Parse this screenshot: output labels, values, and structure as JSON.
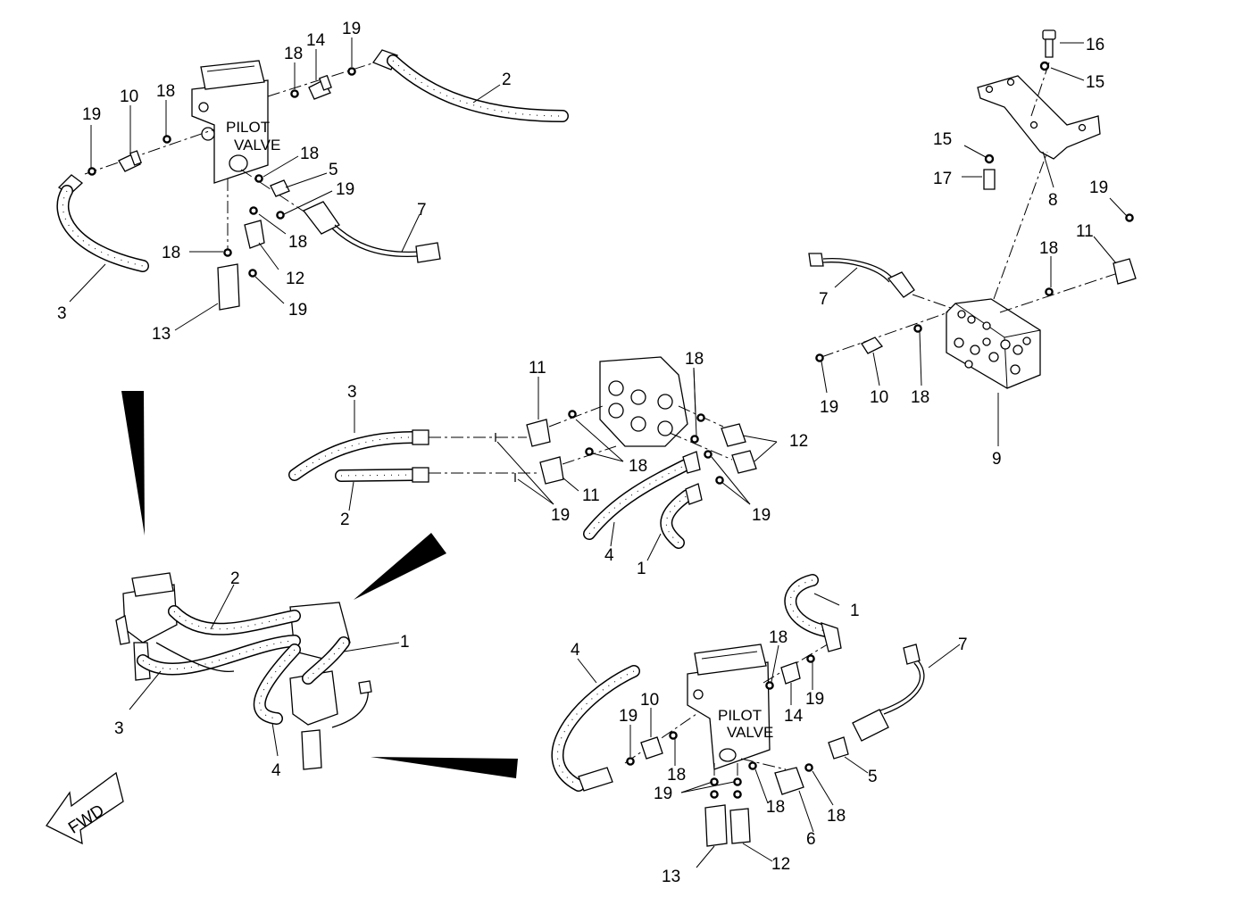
{
  "labels": {
    "pilot_valve_top_line1": "PILOT",
    "pilot_valve_top_line2": "VALVE",
    "pilot_valve_bottom_line1": "PILOT",
    "pilot_valve_bottom_line2": "VALVE",
    "fwd": "FWD"
  },
  "callouts": {
    "top_left": [
      "19",
      "10",
      "18",
      "18",
      "14",
      "19",
      "2",
      "18",
      "5",
      "19",
      "18",
      "7",
      "18",
      "12",
      "19",
      "13",
      "3"
    ],
    "top_right": [
      "16",
      "15",
      "15",
      "17",
      "8",
      "19",
      "11",
      "18",
      "7",
      "19",
      "10",
      "18",
      "9"
    ],
    "middle": [
      "11",
      "18",
      "3",
      "12",
      "18",
      "11",
      "19",
      "2",
      "19",
      "4",
      "1"
    ],
    "assembly": [
      "2",
      "1",
      "3",
      "4"
    ],
    "bottom_right": [
      "1",
      "7",
      "4",
      "18",
      "19",
      "10",
      "14",
      "19",
      "18",
      "5",
      "19",
      "18",
      "18",
      "6",
      "13",
      "12"
    ]
  }
}
